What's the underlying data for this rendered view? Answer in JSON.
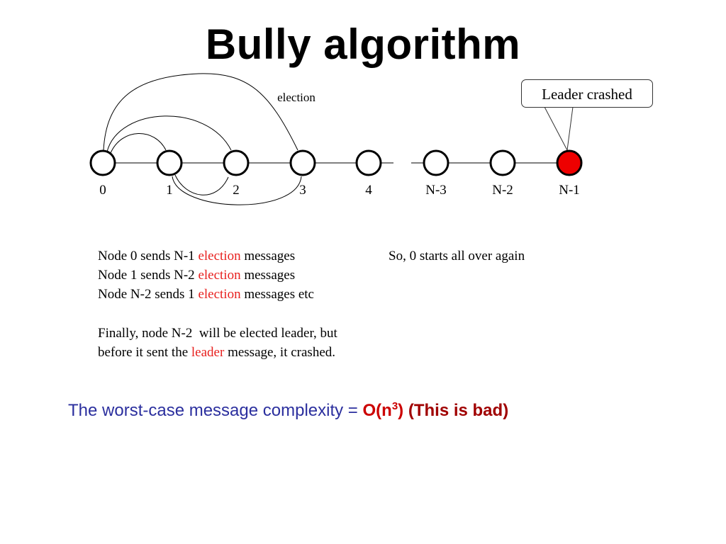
{
  "slide": {
    "title": "Bully algorithm"
  },
  "diagram": {
    "edge_label": "election",
    "callout": "Leader crashed",
    "nodes": [
      "0",
      "1",
      "2",
      "3",
      "4",
      "N-3",
      "N-2",
      "N-1"
    ],
    "crashed_node": "N-1",
    "crashed_color": "#ee0000"
  },
  "notes": {
    "line1": {
      "pre": "Node 0 sends N-1 ",
      "hl": "election",
      "post": " messages"
    },
    "line2": {
      "pre": "Node 1 sends N-2 ",
      "hl": "election",
      "post": " messages"
    },
    "line3": {
      "pre": "Node N-2 sends 1 ",
      "hl": "election",
      "post": " messages etc"
    },
    "side": "So, 0 starts all over again",
    "para1": "Finally, node N-2  will be elected leader, but",
    "para2": {
      "pre": "before it sent the ",
      "hl": "leader",
      "post": " message, it crashed."
    }
  },
  "summary": {
    "pre": "The worst-case message complexity = ",
    "complexity_base": "O(n",
    "complexity_exp": "3",
    "complexity_close": ")",
    "comment": "(This is bad)"
  },
  "colors": {
    "highlight": "#e8211f",
    "summary_text": "#2b2f9e",
    "complexity": "#cc0000"
  }
}
